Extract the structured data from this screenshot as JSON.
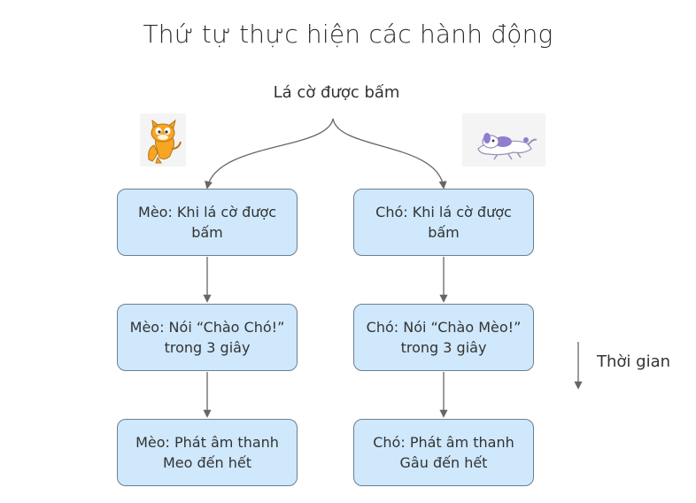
{
  "title": "Thứ tự thực hiện các hành động",
  "root": {
    "label": "Lá cờ được bấm"
  },
  "sprites": {
    "cat": {
      "icon": "scratch-cat-icon"
    },
    "dog": {
      "icon": "dog-sprite-icon"
    }
  },
  "columns": {
    "cat": {
      "steps": [
        "Mèo: Khi lá cờ được bấm",
        "Mèo: Nói “Chào Chó!” trong 3 giây",
        "Mèo: Phát âm thanh Meo đến hết"
      ]
    },
    "dog": {
      "steps": [
        "Chó: Khi lá cờ được bấm",
        "Chó: Nói “Chào Mèo!” trong 3 giây",
        "Chó: Phát âm thanh Gâu đến hết"
      ]
    }
  },
  "time_axis": {
    "label": "Thời gian"
  },
  "colors": {
    "box_fill": "#cfe8fb",
    "box_border": "#6d7f8f",
    "line": "#666666"
  }
}
